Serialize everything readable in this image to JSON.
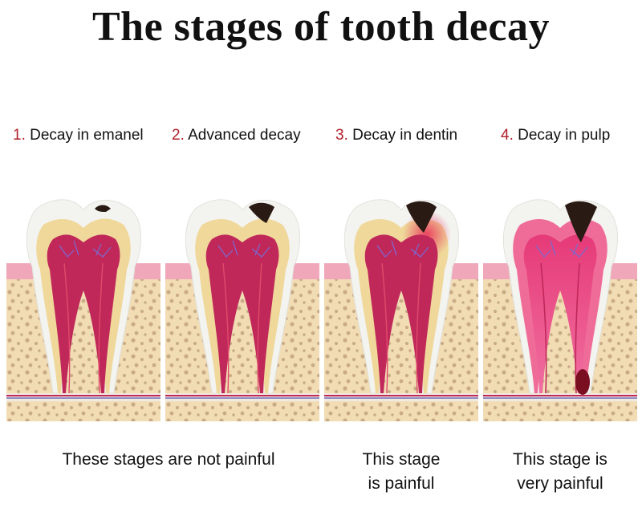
{
  "title": "The stages of tooth decay",
  "stages": [
    {
      "number": "1.",
      "label": "Decay in emanel"
    },
    {
      "number": "2.",
      "label": "Advanced decay"
    },
    {
      "number": "3.",
      "label": "Decay in dentin"
    },
    {
      "number": "4.",
      "label": "Decay in pulp"
    }
  ],
  "captions": {
    "not_painful": "These stages are not painful",
    "painful_line1": "This stage",
    "painful_line2": "is painful",
    "very_painful_line1": "This stage is",
    "very_painful_line2": "very painful"
  },
  "colors": {
    "stage_number": "#b0202a",
    "bone": "#f1dcb4",
    "bone_spots": "#c9ab86",
    "gum": "#efa7b9",
    "enamel": "#f3f3f0",
    "dentin": "#efd89a",
    "pulp": "#c0285a",
    "cavity": "#2a1a14",
    "inflammation": "#e8345a"
  }
}
